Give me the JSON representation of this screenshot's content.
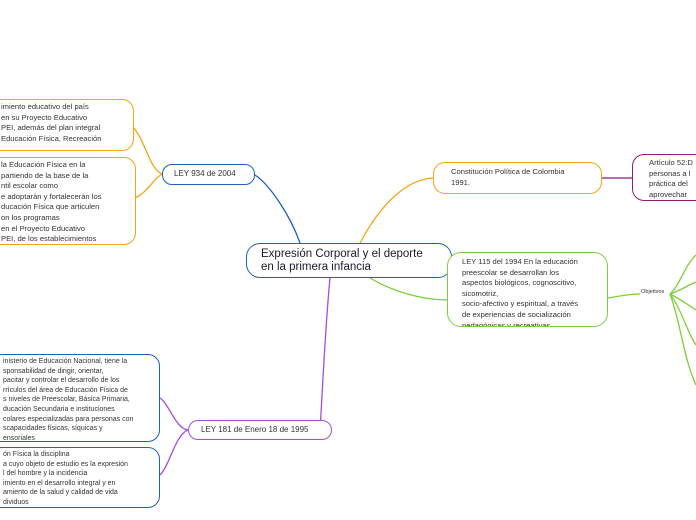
{
  "central": {
    "title": "Expresión Corporal y el deporte\nen la primera infancia"
  },
  "branches": {
    "ley934": {
      "title": "LEY 934 de 2004",
      "child1": "imiento educativo del país\nen su Proyecto Educativo\nPEI, además del plan integral\nEducación Física, Recreación",
      "child2": "la Educación Física en la\npartiendo de la base de la\nntil escolar como\ne adoptarán y fortalecerán los\nducación Física que articulen\non los programas\nen el Proyecto Educativo\nPEI, de los establecimientos"
    },
    "constitucion": {
      "title": "Constitución Política de Colombia\n1991.",
      "child1": "Artículo 52:D\npersonas a l\npráctica del\naprovechar"
    },
    "ley115": {
      "title": "LEY 115 del 1994 En la educación\npreescolar se desarrollan los\naspectos biológicos, cognoscitivo,\nsicomotriz,\nsocio-afectivo y espiritual, a través\nde experiencias de socialización\npedagógicas y recreativas.",
      "objetivos_label": "Objetivos"
    },
    "ley181": {
      "title": "LEY 181 de Enero 18 de 1995",
      "child1": "inisterio de Educación Nacional, tiene la\nsponsabilidad de dirigir, orientar,\npacitar y controlar el desarrollo de los\nrrículos del área de Educación Física de\ns niveles de Preescolar, Básica Primaria,\nducación Secundaria e instituciones\ncolares especializadas para personas con\nscapacidades físicas, síquicas y\nensoriales",
      "child2": "ón Física la disciplina\na cuyo objeto de estudio es la expresión\nl del hombre y la incidencia\nimiento en el desarrollo integral y en\namiento de la salud y calidad de vida\ndividuos"
    }
  },
  "colors": {
    "central": "#1f5fbf",
    "ley934": "#1f5fbf",
    "ley934_children": "#f2a516",
    "constitucion": "#f2a516",
    "constitucion_child": "#8e1a7a",
    "ley115": "#7ccf3a",
    "ley181": "#a34fd6",
    "ley181_children": "#1f5fbf"
  }
}
